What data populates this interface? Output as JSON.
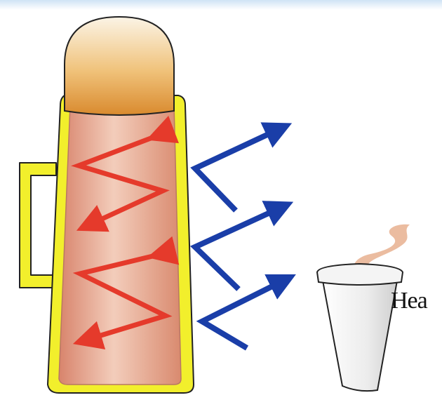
{
  "diagram": {
    "cup_label": "Hea",
    "colors": {
      "flask_outer": "#f2ef2c",
      "flask_inner": "#e6a78f",
      "cap": "#e8a84a",
      "heat_inside_arrows": "#e53a2b",
      "heat_outside_arrows": "#1a3ea8",
      "cup": "#e6e6e6",
      "steam": "#e7b08f"
    },
    "icons": [
      "thermos-flask",
      "reflection-arrow",
      "radiation-arrow",
      "cup",
      "steam"
    ]
  }
}
